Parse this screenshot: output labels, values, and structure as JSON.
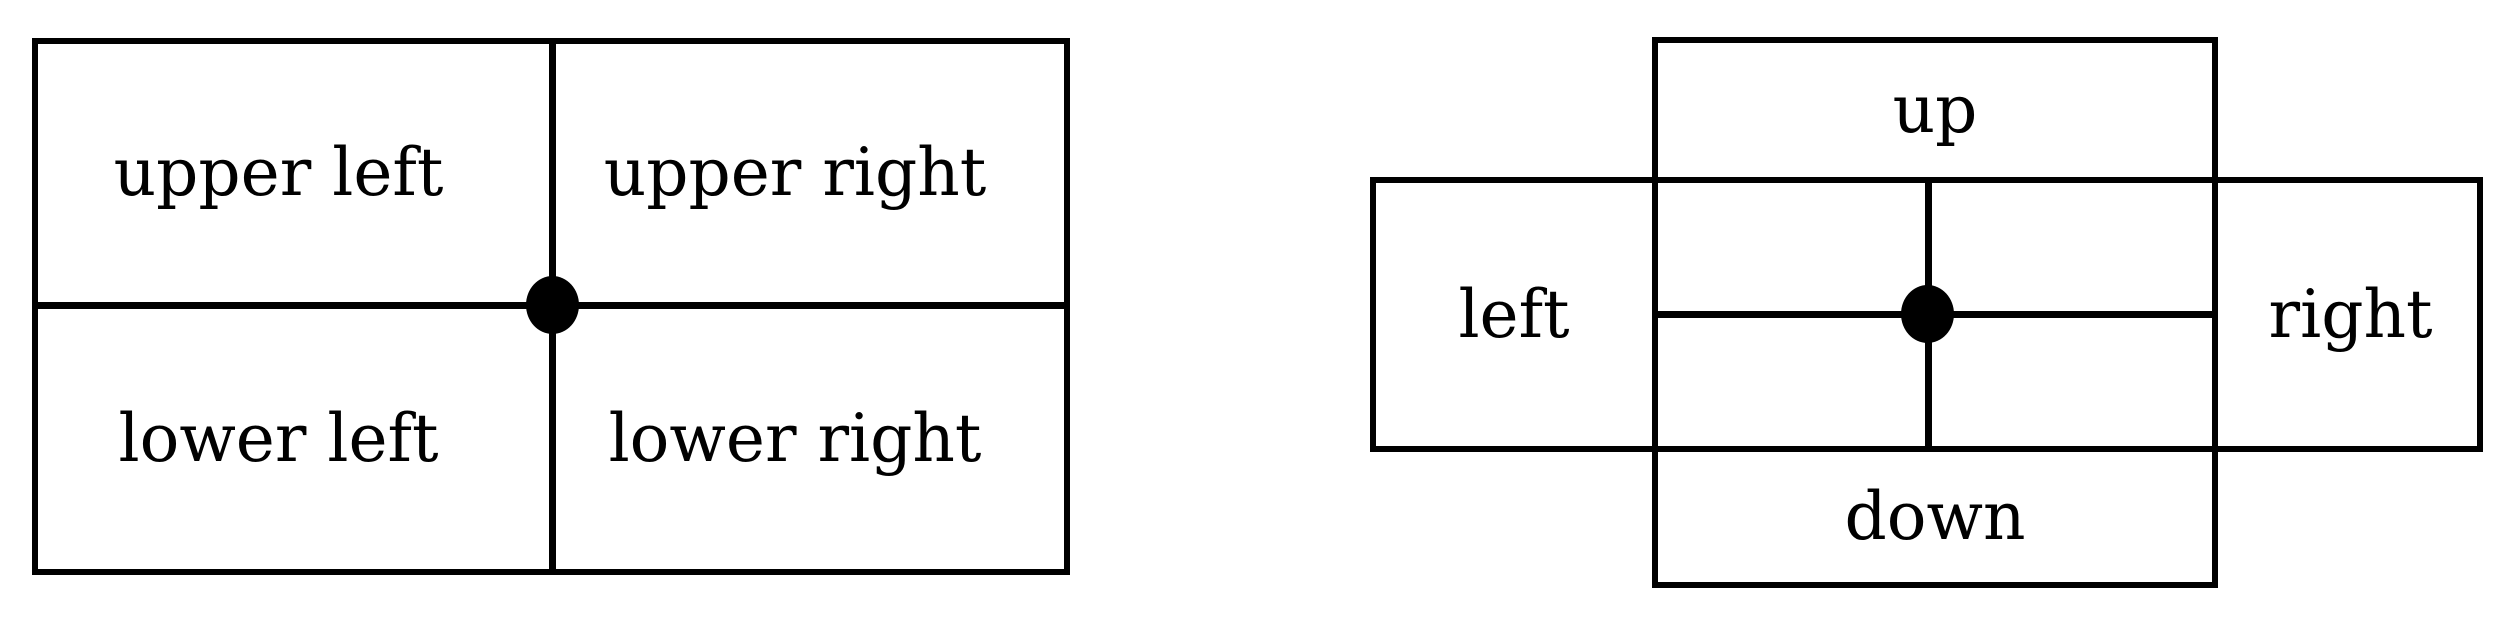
{
  "colors": {
    "background": "#ffffff",
    "line": "#000000",
    "text": "#000000"
  },
  "diagrams": {
    "quadrant": {
      "labels": {
        "upper_left": "upper left",
        "upper_right": "upper right",
        "lower_left": "lower left",
        "lower_right": "lower right"
      }
    },
    "cross": {
      "labels": {
        "up": "up",
        "left": "left",
        "right": "right",
        "down": "down"
      }
    }
  }
}
